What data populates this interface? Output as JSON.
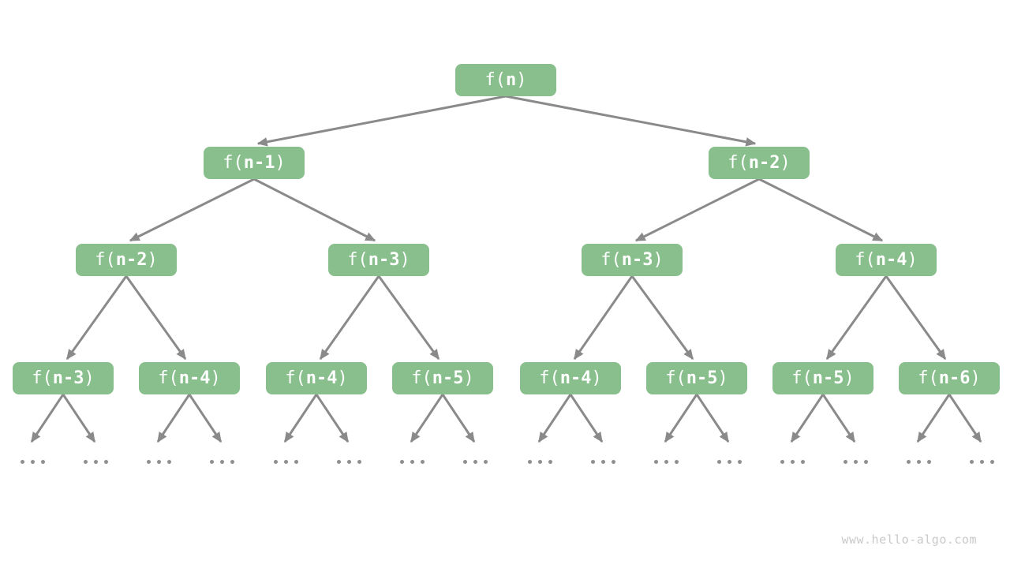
{
  "colors": {
    "background": "#ffffff",
    "node-fill": "#88BF8C",
    "node-text": "#ffffff",
    "arrow": "#8a8a8a",
    "dot": "#8f8f8f",
    "watermark": "#c9c9c9"
  },
  "tree": {
    "description": "recursion tree of fibonacci-style calls",
    "levels": [
      {
        "name": "level-0",
        "nodes": [
          {
            "prefix": "f(",
            "arg": "n",
            "suffix": ")"
          }
        ]
      },
      {
        "name": "level-1",
        "nodes": [
          {
            "prefix": "f(",
            "arg": "n-1",
            "suffix": ")"
          },
          {
            "prefix": "f(",
            "arg": "n-2",
            "suffix": ")"
          }
        ]
      },
      {
        "name": "level-2",
        "nodes": [
          {
            "prefix": "f(",
            "arg": "n-2",
            "suffix": ")"
          },
          {
            "prefix": "f(",
            "arg": "n-3",
            "suffix": ")"
          },
          {
            "prefix": "f(",
            "arg": "n-3",
            "suffix": ")"
          },
          {
            "prefix": "f(",
            "arg": "n-4",
            "suffix": ")"
          }
        ]
      },
      {
        "name": "level-3",
        "nodes": [
          {
            "prefix": "f(",
            "arg": "n-3",
            "suffix": ")"
          },
          {
            "prefix": "f(",
            "arg": "n-4",
            "suffix": ")"
          },
          {
            "prefix": "f(",
            "arg": "n-4",
            "suffix": ")"
          },
          {
            "prefix": "f(",
            "arg": "n-5",
            "suffix": ")"
          },
          {
            "prefix": "f(",
            "arg": "n-4",
            "suffix": ")"
          },
          {
            "prefix": "f(",
            "arg": "n-5",
            "suffix": ")"
          },
          {
            "prefix": "f(",
            "arg": "n-5",
            "suffix": ")"
          },
          {
            "prefix": "f(",
            "arg": "n-6",
            "suffix": ")"
          }
        ]
      }
    ],
    "ellipsis": "..."
  },
  "watermark": {
    "text": "www.hello-algo.com"
  }
}
